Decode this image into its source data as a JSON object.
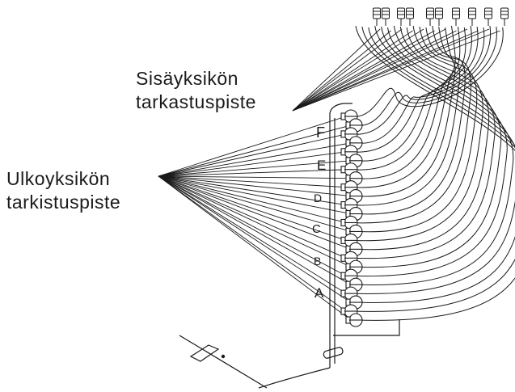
{
  "labels": {
    "indoor_line1": "Sisäyksikön",
    "indoor_line2": "tarkastuspiste",
    "outdoor_line1": "Ulkoyksikön",
    "outdoor_line2": "tarkistuspiste"
  },
  "ports": [
    "F",
    "E",
    "D",
    "C",
    "B",
    "A"
  ],
  "colors": {
    "line": "#1a1a1a",
    "background": "#ffffff"
  }
}
